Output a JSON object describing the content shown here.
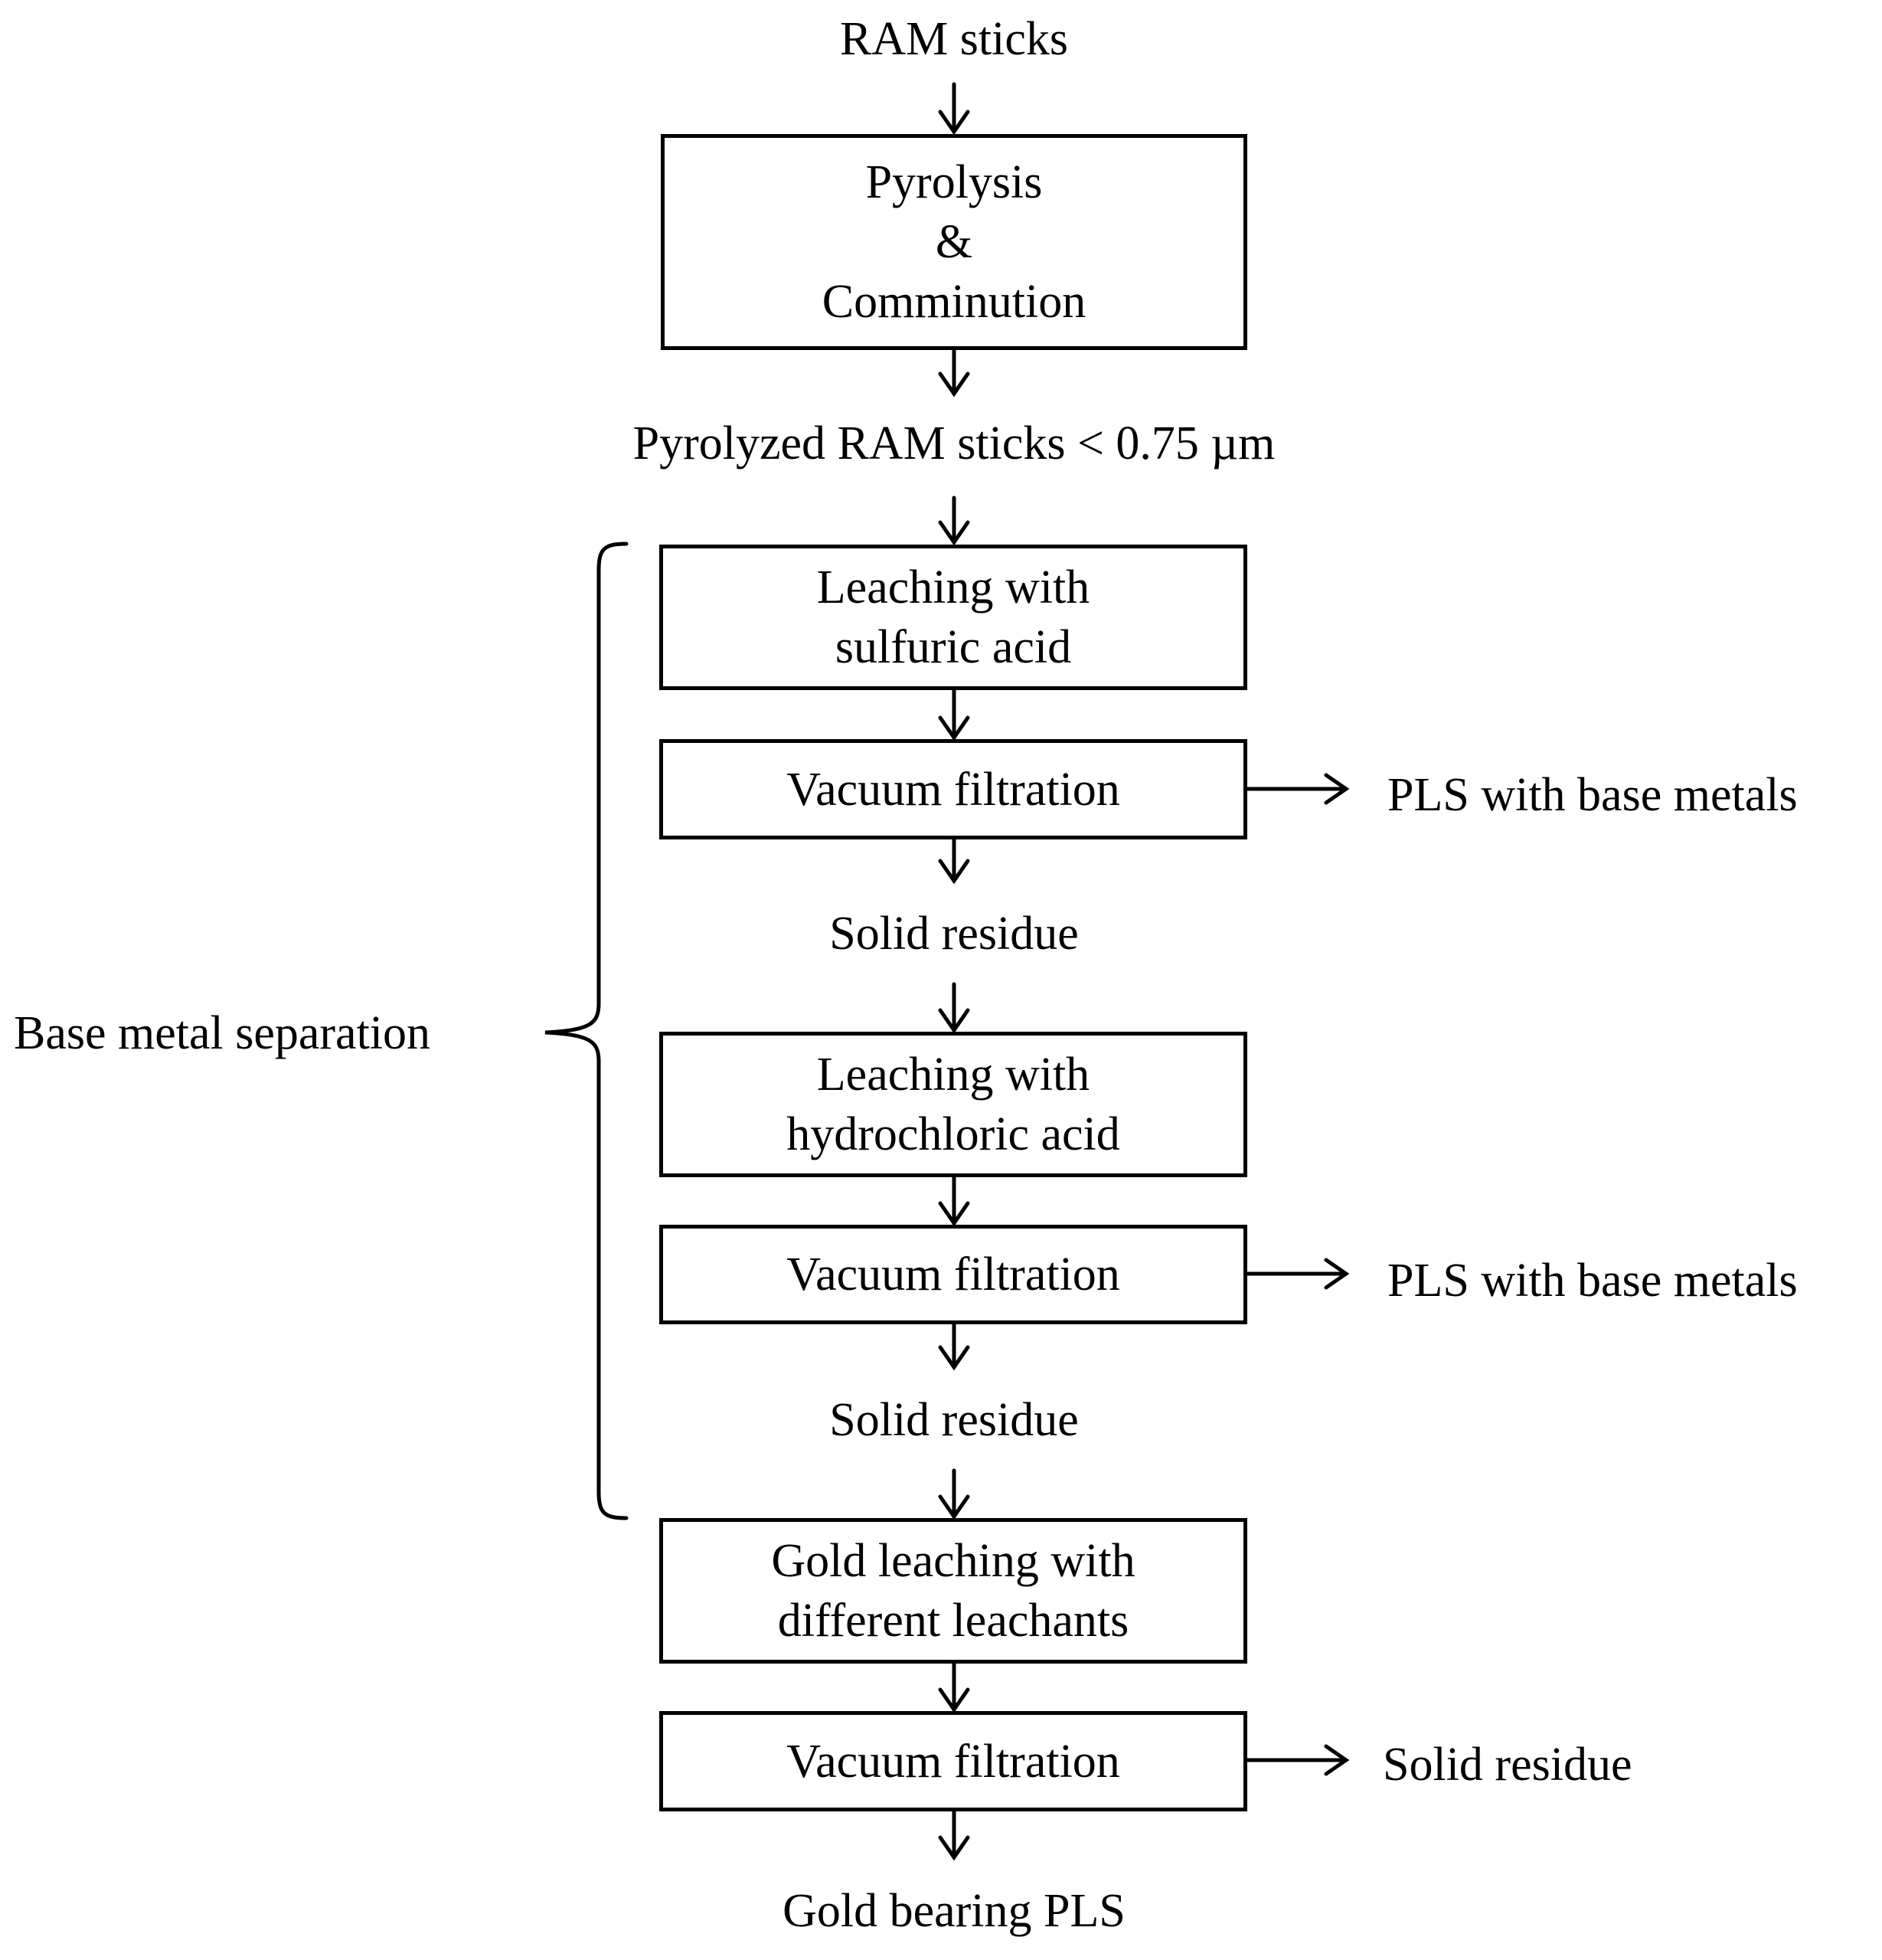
{
  "diagram": {
    "input": "RAM sticks",
    "pyrolysis_box": {
      "lines": [
        "Pyrolysis",
        "&",
        "Comminution"
      ]
    },
    "pyrolyzed": "Pyrolyzed RAM sticks < 0.75 µm",
    "sulfuric_leach_box": {
      "lines": [
        "Leaching with",
        "sulfuric acid"
      ]
    },
    "filtration_1": "Vacuum filtration",
    "pls_1": "PLS with base metals",
    "residue_1": "Solid residue",
    "hcl_leach_box": {
      "lines": [
        "Leaching with",
        "hydrochloric acid"
      ]
    },
    "filtration_2": "Vacuum filtration",
    "pls_2": "PLS with base metals",
    "residue_2": "Solid residue",
    "gold_leach_box": {
      "lines": [
        "Gold leaching with",
        "different leachants"
      ]
    },
    "filtration_3": "Vacuum filtration",
    "residue_3": "Solid residue",
    "output": "Gold bearing PLS",
    "bracket_label": "Base metal separation"
  }
}
